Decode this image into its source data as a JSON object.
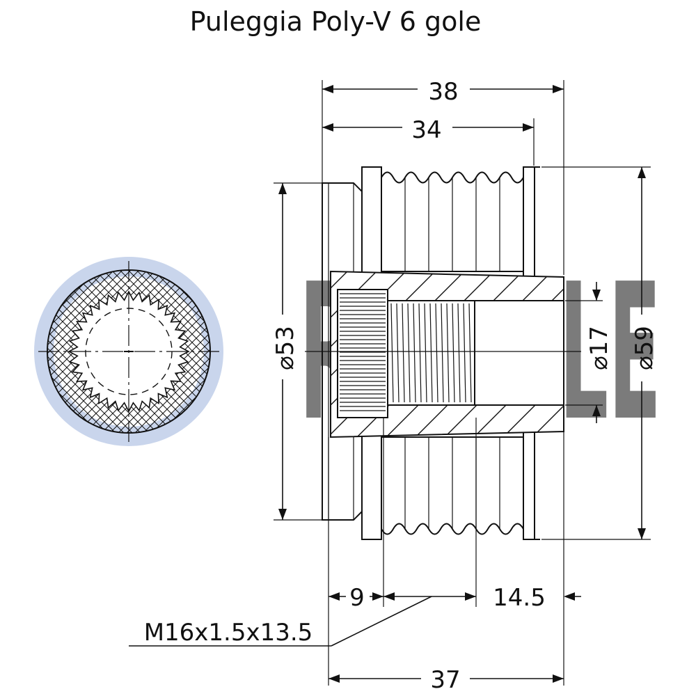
{
  "title": "Puleggia Poly-V 6 gole",
  "watermark": {
    "text": "RUVILLE",
    "color": "#9fb3d9"
  },
  "line_color": "#111111",
  "dimensions": {
    "overall_width": "38",
    "groove_width": "34",
    "diameter_53": "53",
    "diameter_17": "17",
    "diameter_59": "59",
    "depth_9": "9",
    "depth_14_5": "14.5",
    "body_length": "37",
    "diameter_symbol": "⌀"
  },
  "thread_callout": "M16x1.5x13.5"
}
